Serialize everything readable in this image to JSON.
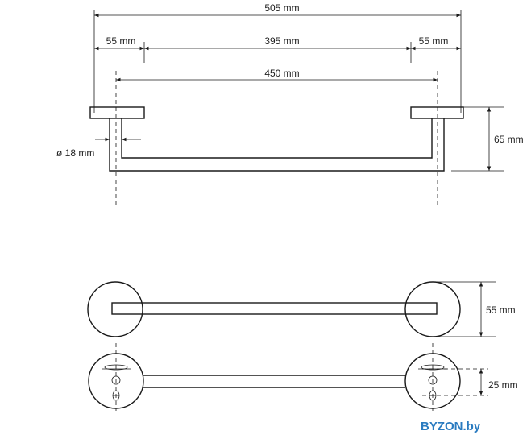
{
  "dimensions": {
    "total_width": "505 mm",
    "left_flange": "55 mm",
    "bar_length": "395 mm",
    "right_flange": "55 mm",
    "center_distance": "450 mm",
    "depth": "65 mm",
    "tube_diameter": "ø 18 mm",
    "flange_diameter": "55 mm",
    "screw_spacing": "25 mm"
  },
  "watermark": "BYZON.by",
  "colors": {
    "line": "#1a1a1a",
    "watermark": "#2a7bc0"
  }
}
